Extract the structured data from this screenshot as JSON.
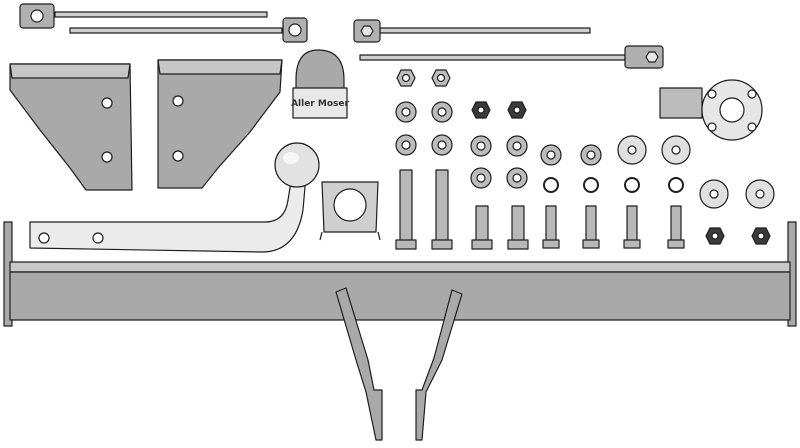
{
  "colors": {
    "background": "#ffffff",
    "metal_gray": "#a9a9a9",
    "metal_light": "#c8c8c8",
    "metal_white": "#eeeeee",
    "outline": "#1e1e1e"
  },
  "ball_cover": {
    "label": "Aller Moser"
  },
  "parts": [
    "tie-rod",
    "tie-rod",
    "tie-rod",
    "tie-rod",
    "side-bracket-left",
    "side-bracket-right",
    "ball-cover",
    "tow-ball-neck",
    "u-clamp",
    "hex-nut",
    "washer",
    "spring-washer",
    "bolt",
    "wiring-socket-plate",
    "cross-beam",
    "support-arm",
    "support-arm"
  ]
}
